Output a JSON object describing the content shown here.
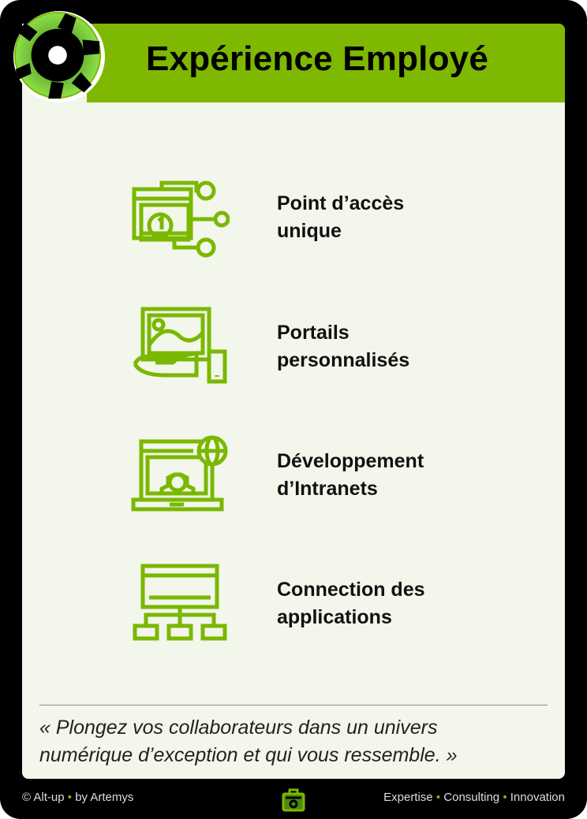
{
  "header": {
    "title": "Expérience Employé"
  },
  "items": [
    {
      "line1": "Point d’accès",
      "line2": "unique",
      "icon": "single-access-icon"
    },
    {
      "line1": "Portails",
      "line2": "personnalisés",
      "icon": "portal-hand-icon"
    },
    {
      "line1": "Développement",
      "line2": "d’Intranets",
      "icon": "intranet-laptop-icon"
    },
    {
      "line1": "Connection des",
      "line2": "applications",
      "icon": "app-network-icon"
    }
  ],
  "quote": {
    "line1": "« Plongez vos collaborateurs dans un univers",
    "line2": "numérique d’exception et qui vous ressemble. »"
  },
  "footer": {
    "left_a": "© Alt-up",
    "left_b": "by Artemys",
    "sep": "•",
    "right_a": "Expertise",
    "right_b": "Consulting",
    "right_c": "Innovation"
  },
  "colors": {
    "accent": "#7fb800",
    "panel": "#f3f6eb"
  }
}
